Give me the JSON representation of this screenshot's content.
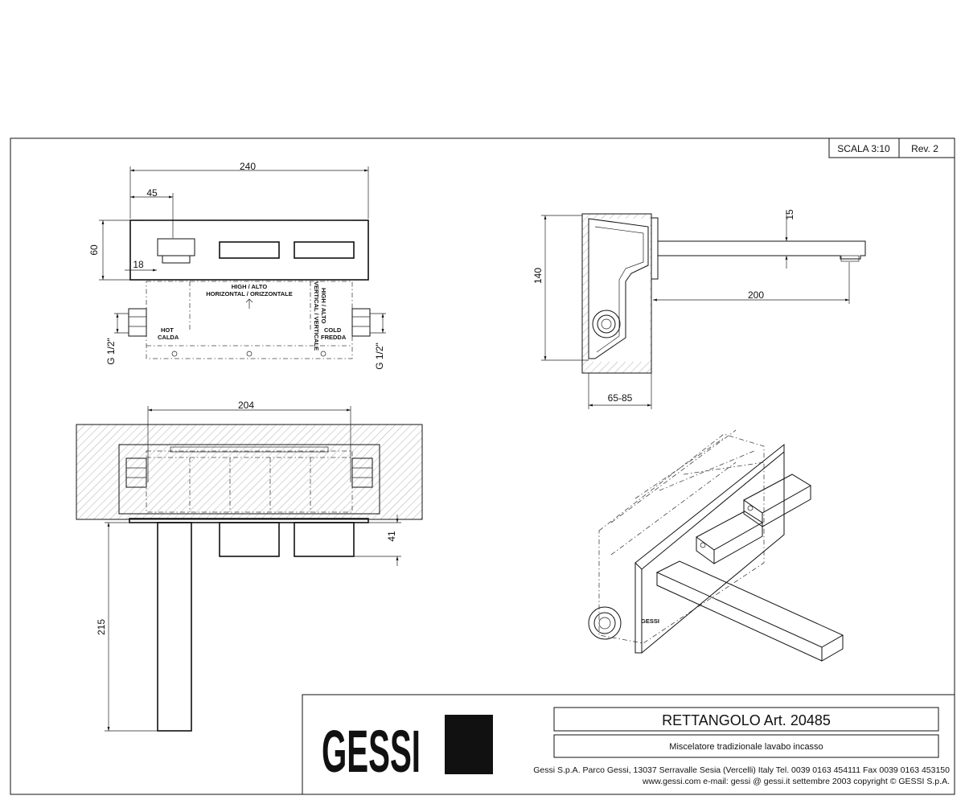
{
  "title_block": {
    "scale": "SCALA 3:10",
    "revision": "Rev. 2",
    "brand": "GESSI",
    "product_title": "RETTANGOLO  Art. 20485",
    "description": "Miscelatore tradizionale lavabo incasso",
    "address": "Gessi S.p.A. Parco Gessi, 13037 Serravalle Sesia (Vercelli) Italy Tel. 0039  0163 454111 Fax 0039 0163 453150",
    "web": "www.gessi.com e-mail: gessi @ gessi.it settembre 2003 copyright © GESSI S.p.A."
  },
  "front_view": {
    "dim_width": "240",
    "dim_offset": "45",
    "dim_height": "60",
    "dim_small": "18",
    "label_high": "HIGH / ALTO",
    "label_horizontal": "HORIZONTAL / ORIZZONTALE",
    "label_vertical_high": "HIGH / ALTO",
    "label_vertical": "VERTICAL / VERTICALE",
    "label_hot": "HOT",
    "label_calda": "CALDA",
    "label_cold": "COLD",
    "label_fredda": "FREDDA",
    "thread_left": "G 1/2\"",
    "thread_right": "G 1/2\""
  },
  "side_view": {
    "dim_height": "140",
    "dim_spout": "200",
    "dim_thickness": "15",
    "dim_depth": "65-85"
  },
  "top_view": {
    "dim_width": "204",
    "dim_depth": "41",
    "dim_spout": "215"
  }
}
